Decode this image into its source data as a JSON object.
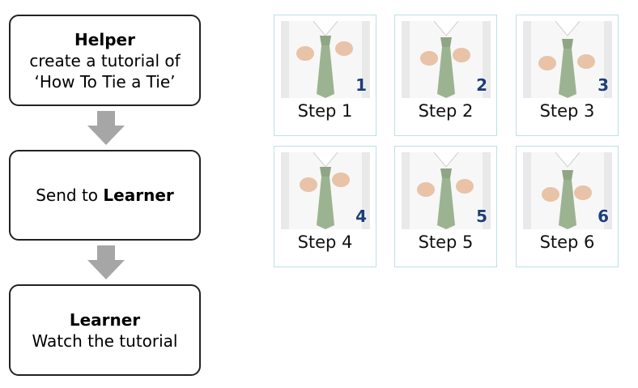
{
  "flow": {
    "helper": {
      "title": "Helper",
      "line1": "create a tutorial of",
      "line2": "‘How To Tie a Tie’"
    },
    "send": {
      "prefix": "Send to ",
      "target": "Learner"
    },
    "learner": {
      "title": "Learner",
      "subtitle": "Watch the tutorial"
    }
  },
  "steps": [
    {
      "label": "Step 1",
      "number": "1"
    },
    {
      "label": "Step 2",
      "number": "2"
    },
    {
      "label": "Step 3",
      "number": "3"
    },
    {
      "label": "Step 4",
      "number": "4"
    },
    {
      "label": "Step 5",
      "number": "5"
    },
    {
      "label": "Step 6",
      "number": "6"
    }
  ],
  "colors": {
    "arrow": "#a6a6a6",
    "card_border": "#bfe0e3",
    "tie": "#8fa685",
    "step_number": "#1e3d7a"
  }
}
